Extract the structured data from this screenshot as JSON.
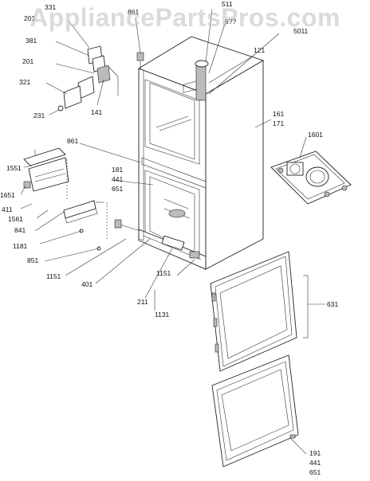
{
  "watermark": "AppliancePartsPros.com",
  "callouts": {
    "c331": "331",
    "c201a": "201",
    "c381": "381",
    "c201b": "201",
    "c321": "321",
    "c141": "141",
    "c231": "231",
    "c861a": "861",
    "c511": "511",
    "c6xx": "6??",
    "c5011": "5011",
    "c121": "121",
    "c161": "161",
    "c171": "171",
    "c1601": "1601",
    "c861b": "861",
    "c181": "181",
    "c441a": "441",
    "c651a": "651",
    "c1551": "1551",
    "c1651": "1651",
    "c411": "411",
    "c1561": "1561",
    "c841": "841",
    "c1181": "1181",
    "c851": "851",
    "c1151a": "1151",
    "c401": "401",
    "c1151b": "1151",
    "c211": "211",
    "c1131": "1131",
    "c631": "631",
    "c191": "191",
    "c441b": "441",
    "c651b": "651"
  }
}
